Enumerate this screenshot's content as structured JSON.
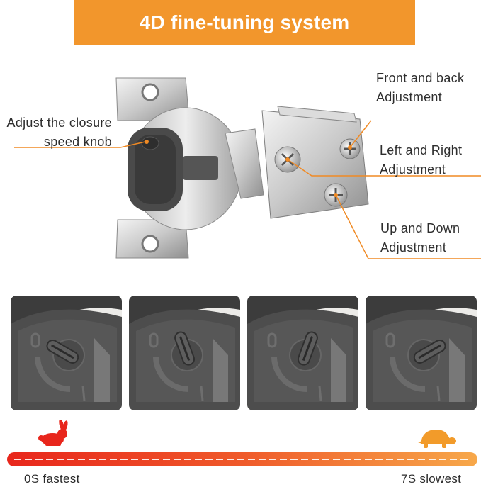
{
  "banner": {
    "title": "4D fine-tuning system"
  },
  "labels": {
    "closure_speed": [
      "Adjust the closure",
      "speed knob"
    ],
    "front_back": [
      "Front and back",
      "Adjustment"
    ],
    "left_right": [
      "Left and Right",
      "Adjustment"
    ],
    "up_down": [
      "Up and Down",
      "Adjustment"
    ]
  },
  "knob_settings": [
    {
      "angle": -60
    },
    {
      "angle": -20
    },
    {
      "angle": 20
    },
    {
      "angle": 60
    }
  ],
  "speed_scale": {
    "min_label": "0S fastest",
    "max_label": "7S slowest",
    "fast_icon": "rabbit-icon",
    "slow_icon": "turtle-icon"
  },
  "colors": {
    "banner": "#f2962c",
    "accent_line": "#f08a24",
    "bar_start": "#e8261c",
    "bar_end": "#f7a84a"
  }
}
